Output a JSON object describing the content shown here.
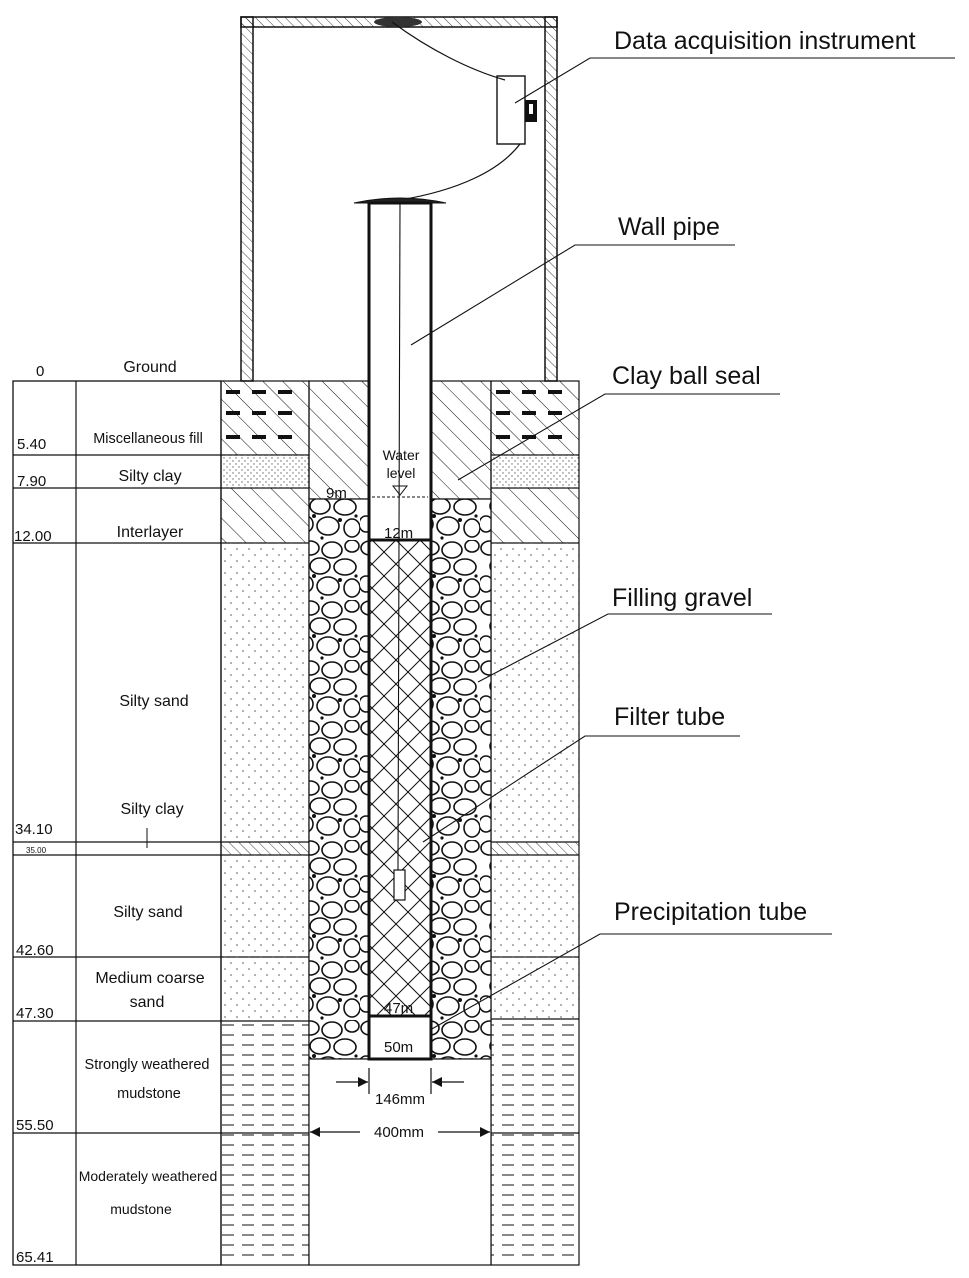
{
  "labels": {
    "data_acquisition": "Data acquisition instrument",
    "wall_pipe": "Wall pipe",
    "clay_ball_seal": "Clay ball seal",
    "filling_gravel": "Filling gravel",
    "filter_tube": "Filter tube",
    "precipitation_tube": "Precipitation tube",
    "water_level_1": "Water",
    "water_level_2": "level"
  },
  "depth_marks": {
    "d9": "9m",
    "d12": "12m",
    "d47": "47m",
    "d50": "50m"
  },
  "dimensions": {
    "inner": "146mm",
    "outer": "400mm"
  },
  "strata": {
    "ground": "Ground",
    "ground_depth": "0",
    "layers": [
      {
        "name": "Miscellaneous fill",
        "bottom": "5.40"
      },
      {
        "name": "Silty clay",
        "bottom": "7.90"
      },
      {
        "name": "Interlayer",
        "bottom": "12.00"
      },
      {
        "name": "Silty sand",
        "bottom": "34.10"
      },
      {
        "name": "Silty clay",
        "bottom": "35.00"
      },
      {
        "name": "Silty sand",
        "bottom": "42.60"
      },
      {
        "name_1": "Medium coarse",
        "name_2": "sand",
        "bottom": "47.30"
      },
      {
        "name_1": "Strongly weathered",
        "name_2": "mudstone",
        "bottom": "55.50"
      },
      {
        "name_1": "Moderately weathered",
        "name_2": "mudstone",
        "bottom": "65.41"
      }
    ]
  }
}
